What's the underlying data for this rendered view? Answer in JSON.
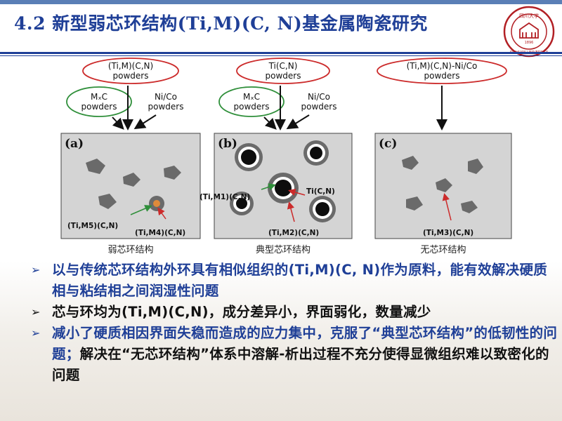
{
  "slide": {
    "title": "4.2 新型弱芯环结构(Ti,M)(C, N)基金属陶瓷研究",
    "logo": {
      "text": "四川大学",
      "ring_text": "SICHUAN UNIVERSITY",
      "year": "1896"
    },
    "colors": {
      "title": "#1f3f97",
      "accent_red": "#cc2b2b",
      "accent_green": "#2f8f3a"
    }
  },
  "diagram": {
    "panels": [
      {
        "letter": "(a)",
        "caption": "弱芯环结构",
        "top_powder": "(Ti,M)(C,N) powders",
        "left_powder": "MxC powders",
        "right_powder": "Ni/Co powders",
        "labels": [
          "(Ti,M5)(C,N)",
          "(Ti,M4)(C,N)"
        ]
      },
      {
        "letter": "(b)",
        "caption": "典型芯环结构",
        "top_powder": "Ti(C,N) powders",
        "left_powder": "MxC powders",
        "right_powder": "Ni/Co powders",
        "labels": [
          "(Ti,M1)(C,N)",
          "Ti(C,N)",
          "(Ti,M2)(C,N)"
        ]
      },
      {
        "letter": "(c)",
        "caption": "无芯环结构",
        "top_powder": "(Ti,M)(C,N)-Ni/Co powders",
        "labels": [
          "(Ti,M3)(C,N)"
        ]
      }
    ]
  },
  "bullets": [
    {
      "text": "以与传统芯环结构外环具有相似组织的(Ti,M)(C, N)作为原料，能有效解决硬质相与粘结相之间润湿性问题",
      "style": "blue",
      "marker": "➢"
    },
    {
      "text": "芯与环均为(Ti,M)(C,N)，成分差异小，界面弱化，数量减少",
      "style": "black",
      "marker": "➢"
    },
    {
      "text": "减小了硬质相因界面失稳而造成的应力集中，克服了“典型芯环结构”的低韧性的问题；解决在“无芯环结构”体系中溶解-析出过程不充分使得显微组织难以致密化的问题",
      "style": "mixed",
      "marker": "➢"
    }
  ]
}
